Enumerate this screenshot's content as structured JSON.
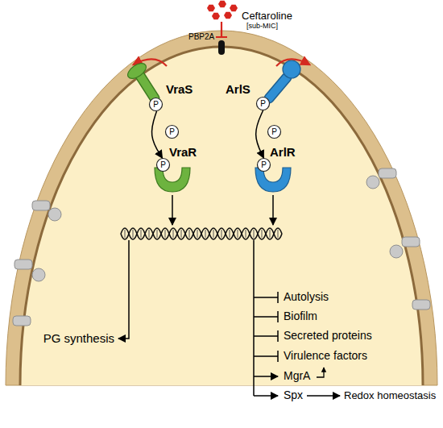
{
  "diagram": {
    "nodes": [
      {
        "text": [
          "PBP2A"
        ]
      },
      {
        "text": [
          "VraS"
        ]
      },
      {
        "text": [
          "P"
        ],
        "in": 1
      },
      {
        "text": [
          "P"
        ]
      },
      {
        "text": [
          "VraR"
        ]
      },
      {
        "text": [
          "P"
        ],
        "in": 4
      },
      {
        "text": [
          "ArlS"
        ]
      },
      {
        "text": [
          "P"
        ],
        "in": 6
      },
      {
        "text": [
          "P"
        ]
      },
      {
        "text": [
          "ArlR"
        ]
      },
      {
        "text": [
          "P"
        ],
        "in": 9
      }
    ],
    "edges": [
      {
        "from": 2,
        "to": 5,
        "arrow": "to"
      },
      {
        "from": 7,
        "to": 10,
        "arrow": "to"
      }
    ],
    "labels": [
      "Ceftaroline",
      "[sub-MIC]",
      "PG synthesis",
      "Autolysis",
      "Biofilm",
      "Secreted proteins",
      "Virulence factors",
      "MgrA",
      "Spx",
      "Redox homeostasis"
    ]
  }
}
